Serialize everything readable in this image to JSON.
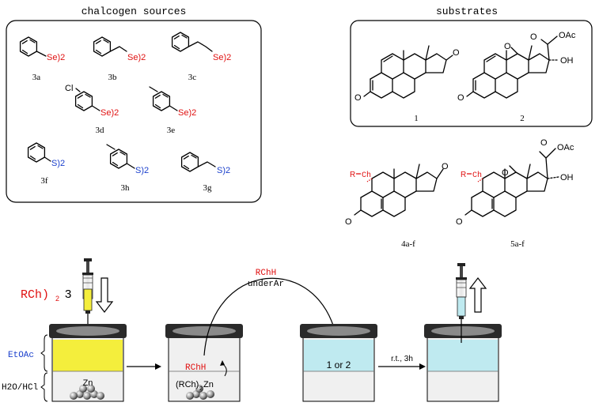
{
  "chalcogen": {
    "title": "chalcogen sources",
    "items": [
      {
        "id": "3a",
        "label": "Se)2"
      },
      {
        "id": "3b",
        "label": "Se)2"
      },
      {
        "id": "3c",
        "label": "Se)2"
      },
      {
        "id": "3d",
        "label": "Se)2",
        "sub": "Cl"
      },
      {
        "id": "3e",
        "label": "Se)2"
      },
      {
        "id": "3f",
        "label": "S)2"
      },
      {
        "id": "3h",
        "label": "S)2"
      },
      {
        "id": "3g",
        "label": "S)2"
      }
    ]
  },
  "substrates": {
    "title": "substrates",
    "s1": {
      "id": "1",
      "ketone": "O",
      "oxo3": "O"
    },
    "s2": {
      "id": "2",
      "oac": "OAc",
      "oh": "OH",
      "o1": "O",
      "o2": "O",
      "oxo3": "O"
    }
  },
  "products": {
    "p4": {
      "id": "4a-f",
      "r": "R",
      "ch": "Ch",
      "ketone": "O",
      "oxo3": "O"
    },
    "p5": {
      "id": "5a-f",
      "r": "R",
      "ch": "Ch",
      "oac": "OAc",
      "oh": "OH",
      "o1": "O",
      "o2": "O",
      "oxo3": "O"
    }
  },
  "process": {
    "reagent": "RCh)",
    "reagent_sub": "2",
    "reagent_num": "3",
    "layer_top": "EtOAc",
    "layer_bottom": "H2O/HCl",
    "zn": "Zn",
    "rchh": "RChH",
    "rchzn": "(RCh)",
    "rchzn_sub": "2",
    "rchzn_end": "Zn",
    "transfer_top": "RChH",
    "transfer_bottom": "underAr",
    "substrate_label": "1 or 2",
    "conditions": "r.t., 3h"
  },
  "colors": {
    "selenium": "#e01010",
    "sulfur": "#1a3fcc",
    "etoac": "#1a3fcc",
    "yellow": "#f4ee3c",
    "cyan": "#bfeaf0"
  }
}
